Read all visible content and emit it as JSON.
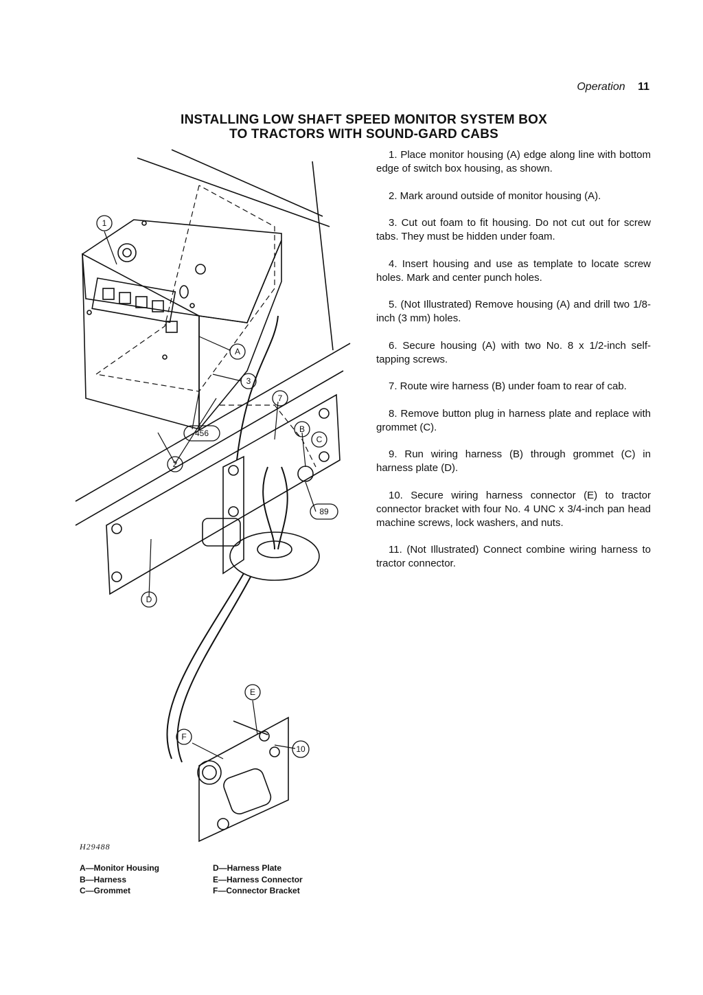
{
  "header": {
    "section": "Operation",
    "page_number": "11"
  },
  "title": {
    "line1": "INSTALLING LOW SHAFT SPEED MONITOR SYSTEM BOX",
    "line2": "TO TRACTORS WITH SOUND-GARD CABS"
  },
  "steps": [
    "1. Place monitor housing (A) edge along line with bottom edge of switch box housing, as shown.",
    "2. Mark around outside of monitor housing (A).",
    "3. Cut out foam to fit housing. Do not cut out for screw tabs. They must be hidden under foam.",
    "4. Insert housing and use as template to locate screw holes. Mark and center punch holes.",
    "5. (Not Illustrated) Remove housing (A) and drill two 1/8-inch (3 mm) holes.",
    "6. Secure housing (A) with two No. 8 x 1/2-inch self-tapping screws.",
    "7. Route wire harness (B) under foam to rear of cab.",
    "8. Remove button plug in harness plate and replace with grommet (C).",
    "9. Run wiring harness (B) through grommet (C) in harness plate (D).",
    "10. Secure wiring harness connector (E) to tractor connector bracket with four No. 4 UNC x 3/4-inch pan head machine screws, lock washers, and nuts.",
    "11. (Not Illustrated) Connect combine wiring harness to tractor connector."
  ],
  "figure": {
    "id": "H29488",
    "callouts": {
      "c1": "1",
      "c2": "2",
      "c3": "3",
      "c456": "456",
      "c7": "7",
      "c89": "89",
      "c10": "10",
      "A": "A",
      "B": "B",
      "C": "C",
      "D": "D",
      "E": "E",
      "F": "F"
    }
  },
  "legend": {
    "col1": [
      "A—Monitor Housing",
      "B—Harness",
      "C—Grommet"
    ],
    "col2": [
      "D—Harness Plate",
      "E—Harness Connector",
      "F—Connector Bracket"
    ]
  }
}
